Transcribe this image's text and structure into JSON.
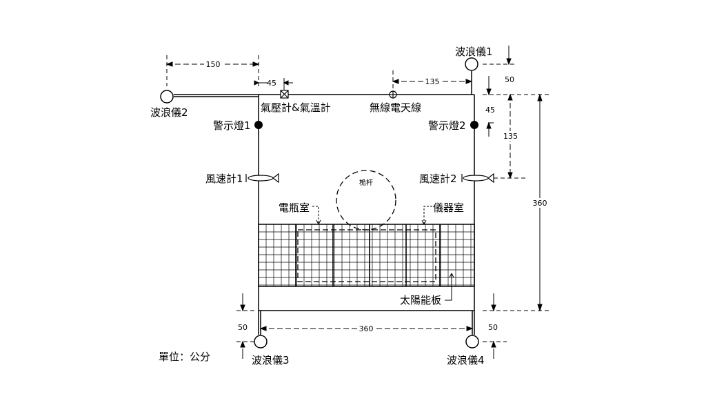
{
  "labels": {
    "wave_gauge_1": "波浪儀1",
    "wave_gauge_2": "波浪儀2",
    "wave_gauge_3": "波浪儀3",
    "wave_gauge_4": "波浪儀4",
    "barometer_thermometer": "氣壓計&氣溫計",
    "radio_antenna": "無線電天線",
    "warning_light_1": "警示燈1",
    "warning_light_2": "警示燈2",
    "anemometer_1": "風速計1",
    "anemometer_2": "風速計2",
    "mast": "桅杆",
    "battery_room": "電瓶室",
    "instrument_room": "儀器室",
    "solar_panel": "太陽能板",
    "unit_note": "單位：公分"
  },
  "dimensions": {
    "gauge2_offset": "150",
    "barometer_offset": "45",
    "antenna_offset": "135",
    "gauge1_height": "50",
    "light2_offset": "45",
    "anemometer2_offset": "135",
    "platform_height": "360",
    "platform_width": "360",
    "gauge3_depth": "50",
    "gauge4_depth": "50"
  }
}
